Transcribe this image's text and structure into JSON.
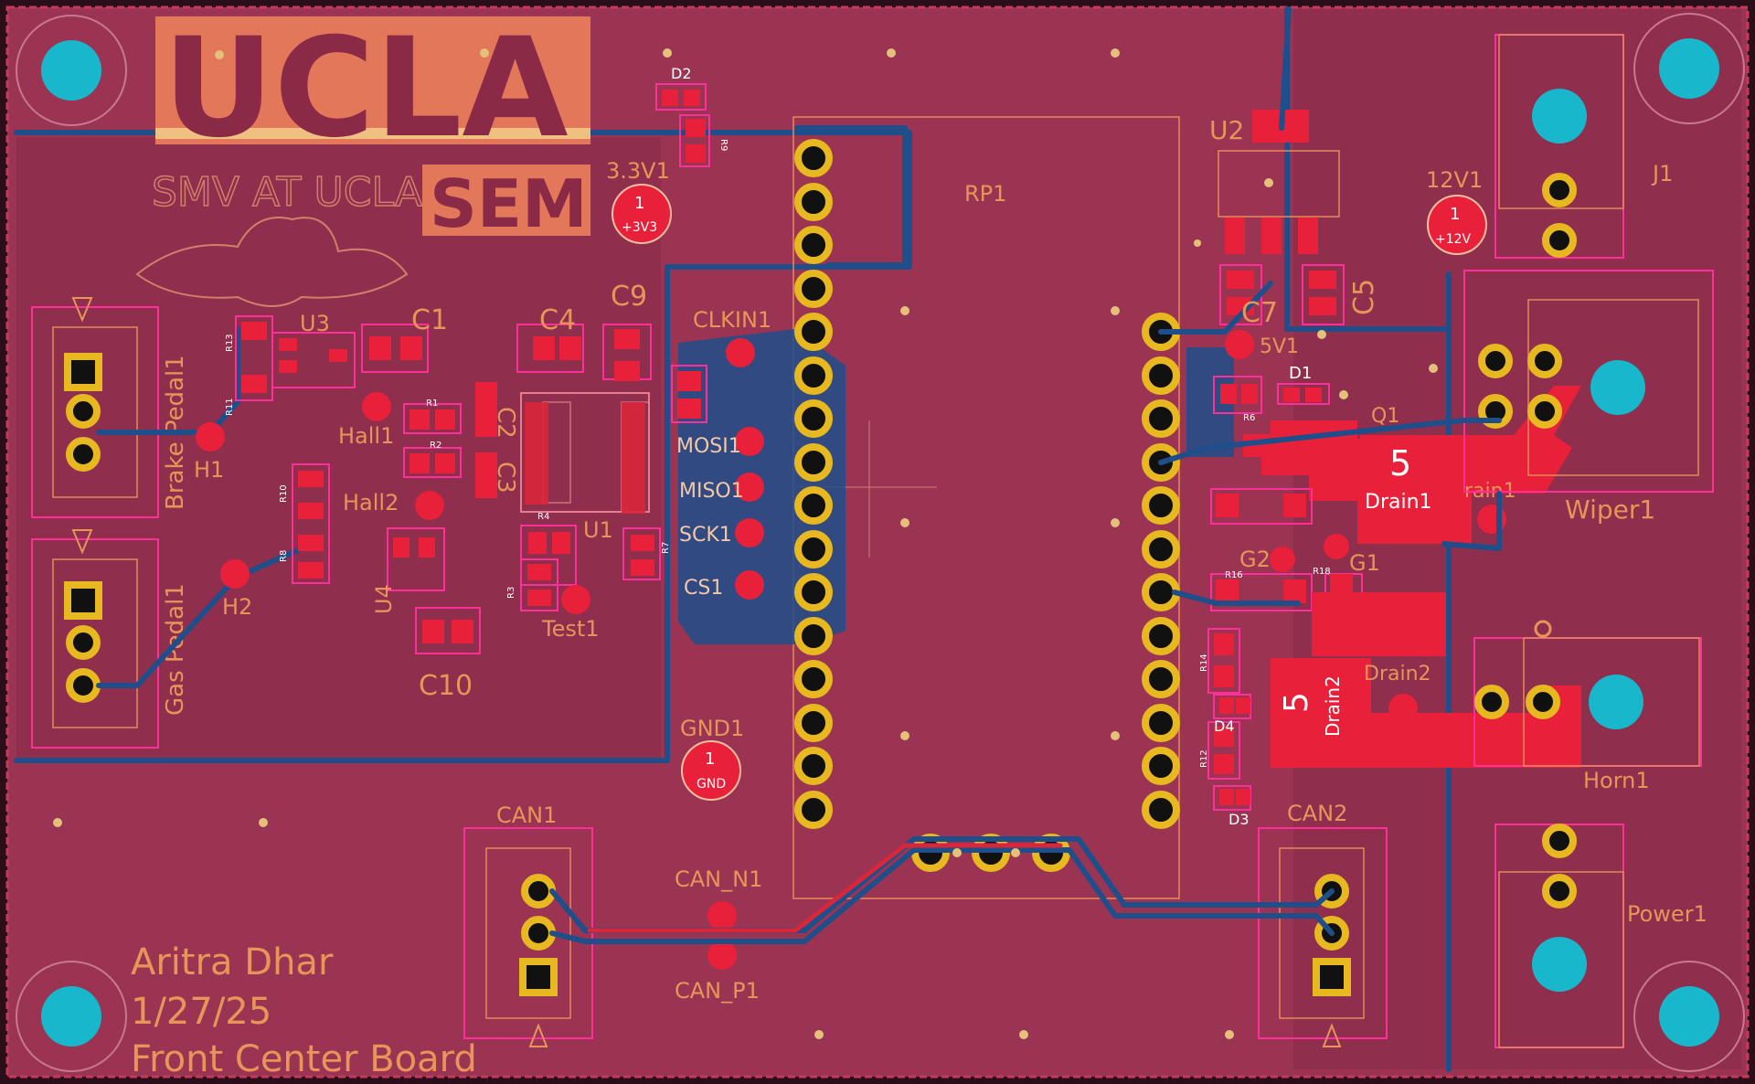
{
  "board": {
    "title": "Front Center Board",
    "author": "Aritra Dhar",
    "date": "1/27/25",
    "logo_text": "UCLA",
    "logo_sub": "SEM",
    "logo_smv": "SMV AT UCLA"
  },
  "labels": {
    "u1": "U1",
    "u2": "U2",
    "u3": "U3",
    "u4": "U4",
    "rp1": "RP1",
    "j1": "J1",
    "brake": "Brake Pedal1",
    "gas": "Gas Pedal1",
    "c1": "C1",
    "c4": "C4",
    "c9": "C9",
    "c10": "C10",
    "c2": "C2",
    "c3": "C3",
    "c5": "C5",
    "c7": "C7",
    "h1": "H1",
    "h2": "H2",
    "hall1": "Hall1",
    "hall2": "Hall2",
    "test1": "Test1",
    "clkin1": "CLKIN1",
    "mosi1": "MOSI1",
    "miso1": "MISO1",
    "sck1": "SCK1",
    "cs1": "CS1",
    "gnd1": "GND1",
    "can1": "CAN1",
    "can2": "CAN2",
    "can_n1": "CAN_N1",
    "can_p1": "CAN_P1",
    "tp33": "3.3V1",
    "tp12": "12V1",
    "tp5": "5V1",
    "tp33_pin": "1",
    "tp33_net": "+3V3",
    "tp12_pin": "1",
    "tp12_net": "+12V",
    "gnd_pin": "1",
    "gnd_net": "GND",
    "d1": "D1",
    "d2": "D2",
    "d3": "D3",
    "d4": "D4",
    "q1": "Q1",
    "g1": "G1",
    "g2": "G2",
    "drain1": "Drain1",
    "drain1_partial": "rain1",
    "drain2": "Drain2",
    "drain2_pad": "Drain2",
    "pad5a": "5",
    "pad5b": "5",
    "wiper1": "Wiper1",
    "horn1": "Horn1",
    "power1": "Power1",
    "r1": "R1",
    "r2": "R2",
    "r3": "R3",
    "r6": "R6",
    "r7": "R7",
    "r8": "R8",
    "r9": "R9",
    "r10": "R10",
    "r11": "R11",
    "r12": "R12",
    "r13": "R13",
    "r14": "R14",
    "r16": "R16",
    "r18": "R18",
    "r4": "R4"
  },
  "colors": {
    "board": "#9b3352",
    "copper_fill": "#8f2e4d",
    "trace": "#1f4f8a",
    "pad": "#e8203a",
    "silkscreen": "#e8955a",
    "courtyard": "#ff2f9a",
    "drill": "#19b7cc"
  }
}
